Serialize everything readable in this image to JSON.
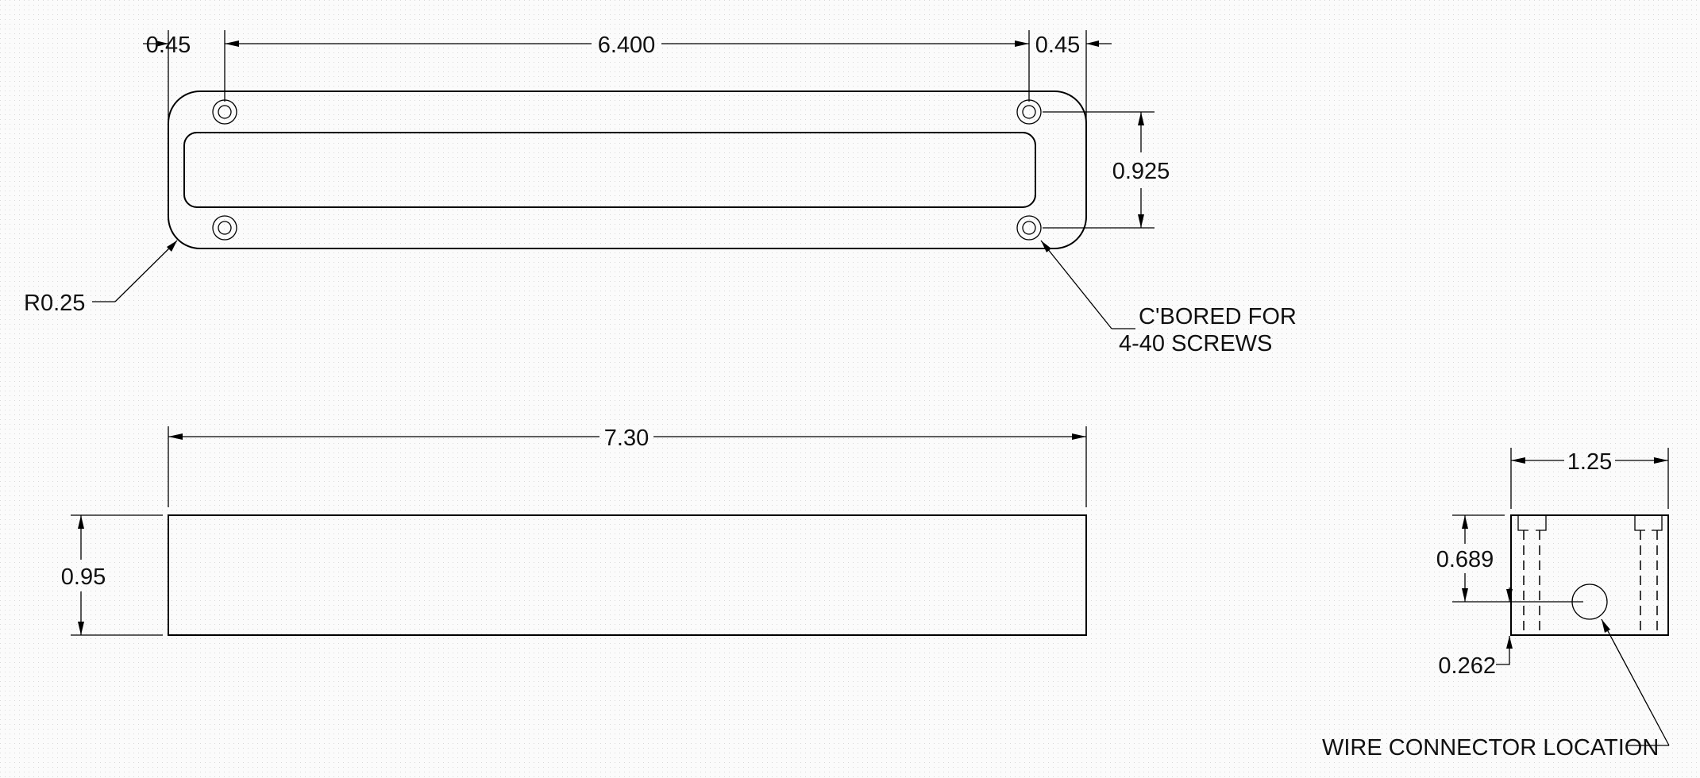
{
  "top_view": {
    "dim_left_margin": "0.45",
    "dim_hole_spacing": "6.400",
    "dim_right_margin": "0.45",
    "dim_hole_vertical": "0.925",
    "corner_radius_label": "R0.25",
    "callout_line1": "C'BORED FOR",
    "callout_line2": "4-40 SCREWS"
  },
  "front_view": {
    "dim_length": "7.30",
    "dim_height": "0.95"
  },
  "side_view": {
    "dim_width": "1.25",
    "dim_connector_height": "0.689",
    "dim_bottom_offset": "0.262",
    "connector_label": "WIRE CONNECTOR LOCATION"
  },
  "colors": {
    "line": "#000000",
    "background": "#fbfbfb"
  }
}
